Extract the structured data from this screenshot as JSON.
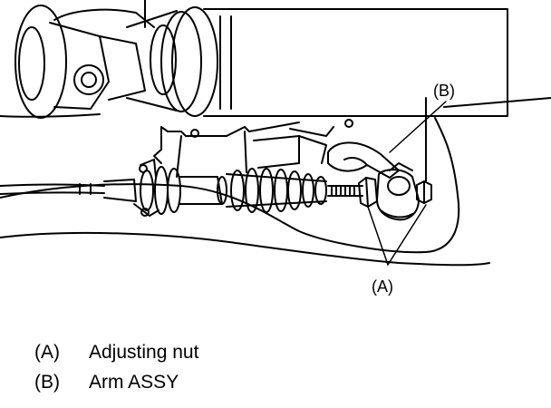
{
  "callouts": {
    "a": "(A)",
    "b": "(B)"
  },
  "legend": [
    {
      "key": "(A)",
      "text": "Adjusting nut"
    },
    {
      "key": "(B)",
      "text": "Arm ASSY"
    }
  ]
}
